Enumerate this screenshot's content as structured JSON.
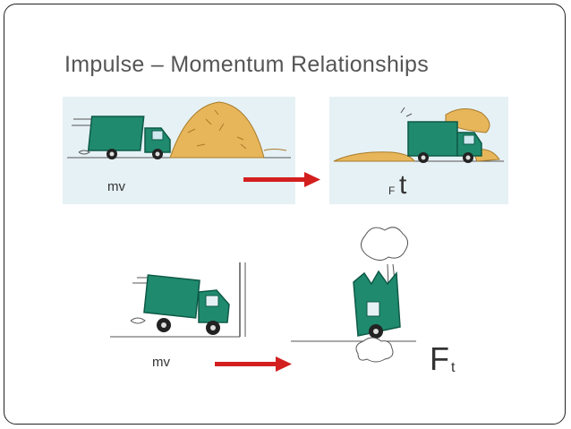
{
  "slide": {
    "title": "Impulse – Momentum Relationships"
  },
  "top_row": {
    "left_label": "mv",
    "right_label_F": "F",
    "right_label_t": "t"
  },
  "bottom_row": {
    "left_label": "mv",
    "right_label_F": "F",
    "right_label_t": "t"
  },
  "colors": {
    "truck": "#1f8a6e",
    "truck_dark": "#0e5a47",
    "hay": "#e8b65a",
    "arrow": "#d41f1f",
    "photo_bg": "#e8f3f6"
  }
}
